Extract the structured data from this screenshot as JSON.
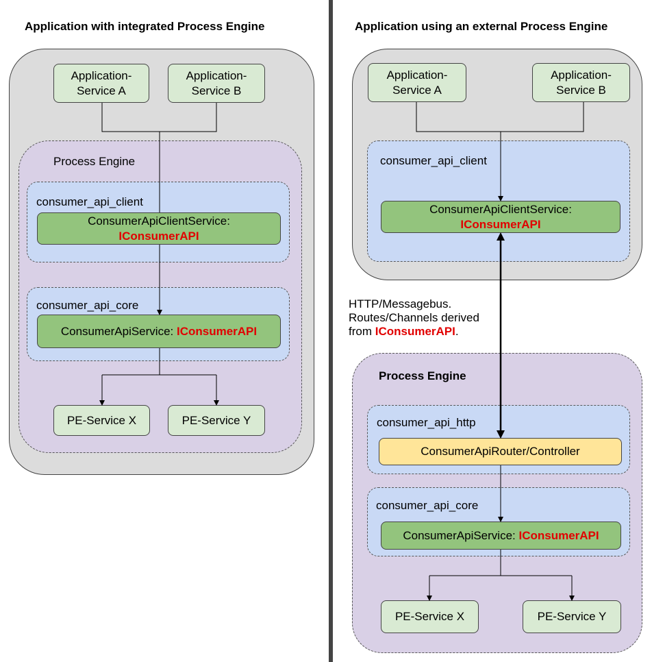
{
  "left": {
    "title": "Application with integrated Process Engine",
    "app_service_a": "Application-\nService A",
    "app_service_b": "Application-\nService B",
    "process_engine_label": "Process Engine",
    "client_module_label": "consumer_api_client",
    "client_service_name": "ConsumerApiClientService:",
    "client_service_iface": "IConsumerAPI",
    "core_module_label": "consumer_api_core",
    "core_service_name": "ConsumerApiService: ",
    "core_service_iface": "IConsumerAPI",
    "pe_service_x": "PE-Service X",
    "pe_service_y": "PE-Service Y"
  },
  "right": {
    "title": "Application using an external Process Engine",
    "app_service_a": "Application-\nService A",
    "app_service_b": "Application-\nService B",
    "client_module_label": "consumer_api_client",
    "client_service_name": "ConsumerApiClientService:",
    "client_service_iface": "IConsumerAPI",
    "transport_line1": "HTTP/Messagebus.",
    "transport_line2": "Routes/Channels derived",
    "transport_line3_prefix": "from ",
    "transport_iface": "IConsumerAPI",
    "transport_suffix": ".",
    "process_engine_label": "Process Engine",
    "http_module_label": "consumer_api_http",
    "router_service": "ConsumerApiRouter/Controller",
    "core_module_label": "consumer_api_core",
    "core_service_name": "ConsumerApiService: ",
    "core_service_iface": "IConsumerAPI",
    "pe_service_x": "PE-Service X",
    "pe_service_y": "PE-Service Y"
  },
  "colors": {
    "outer_bg": "#dcdcdc",
    "process_engine_bg": "#d9d0e6",
    "module_bg": "#c9d9f5",
    "service_bg": "#d9ead3",
    "active_service_bg": "#93c47d",
    "router_bg": "#ffe599",
    "interface_text": "#e10000"
  }
}
